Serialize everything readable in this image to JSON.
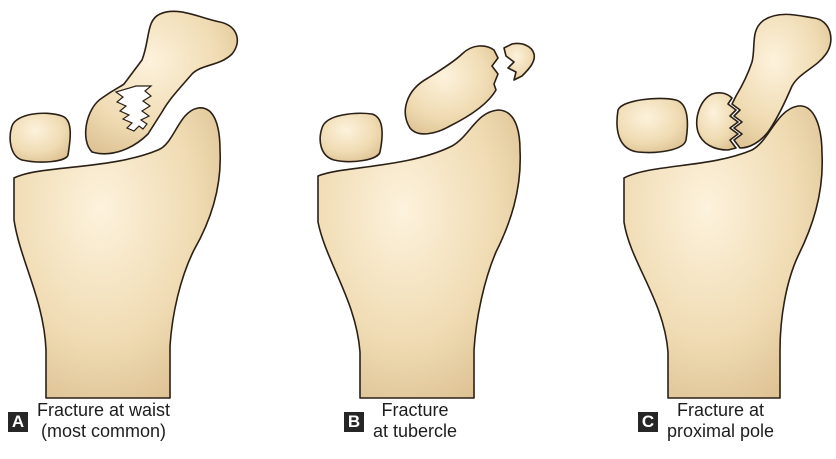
{
  "panels": [
    {
      "letter": "A",
      "line1": "Fracture at waist",
      "line2": "(most common)"
    },
    {
      "letter": "B",
      "line1": "Fracture",
      "line2": "at tubercle"
    },
    {
      "letter": "C",
      "line1": "Fracture at",
      "line2": "proximal pole"
    }
  ],
  "colors": {
    "bone_light": "#fdf2dc",
    "bone_dark": "#dcc091",
    "outline": "#2b2016",
    "badge": "#262626"
  }
}
